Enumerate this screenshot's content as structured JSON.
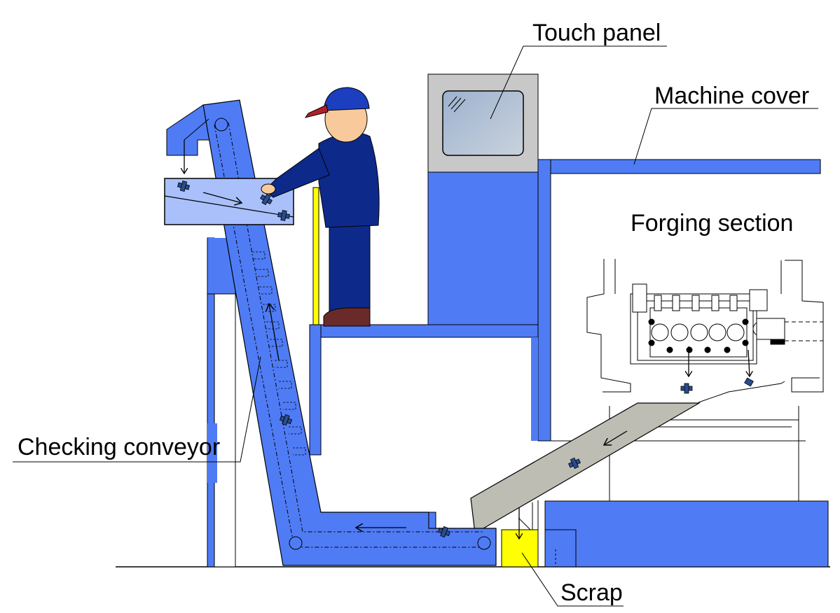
{
  "labels": {
    "touch_panel": "Touch panel",
    "machine_cover": "Machine cover",
    "forging_section": "Forging section",
    "checking_conveyor": "Checking conveyor",
    "scrap": "Scrap"
  },
  "colors": {
    "machine_blue": "#4f7cf5",
    "light_blue": "#a9c0fb",
    "worker_navy": "#0d2a8a",
    "skin": "#f8c99a",
    "cap_red": "#b0202a",
    "boot_brown": "#6b2a2a",
    "chute_gray": "#bdbdb4",
    "scrap_yellow": "#ffff00",
    "panel_gray": "#c8c8c8",
    "screen_blue": "#9db2cf"
  }
}
